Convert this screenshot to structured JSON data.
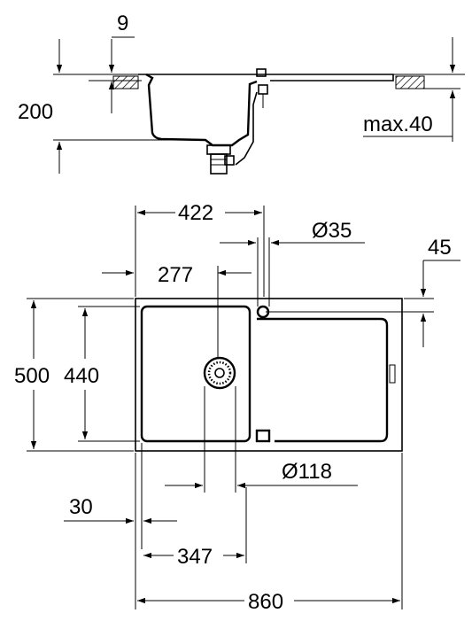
{
  "drawing": {
    "product": "kitchen sink with drainer",
    "view_section": "side section",
    "view_plan": "top view",
    "colors": {
      "line": "#000000",
      "background": "#ffffff"
    }
  },
  "dimensions": {
    "rim_thickness": "9",
    "depth": "200",
    "worktop_thickness_max": "max.40",
    "bowl_offset": "422",
    "tap_hole": "Ø35",
    "tap_hole_offset": "45",
    "bowl_width_inner": "277",
    "sink_depth": "500",
    "bowl_depth_inner": "440",
    "drain_diameter": "Ø118",
    "bowl_margin": "30",
    "drain_position": "347",
    "sink_width": "860"
  }
}
